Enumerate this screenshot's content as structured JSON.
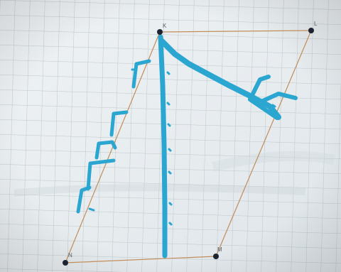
{
  "photo": {
    "subject": "hand-drawn-geometry-worksheet-photo",
    "paper_color": "#e7ecef",
    "grid_color": "#b9c3c7",
    "shape_line_color": "#c18d5a",
    "point_color": "#1b2430",
    "ink_color": "#2aa6d1"
  },
  "points": {
    "k": "K",
    "l": "L",
    "n": "N",
    "m": "M"
  }
}
